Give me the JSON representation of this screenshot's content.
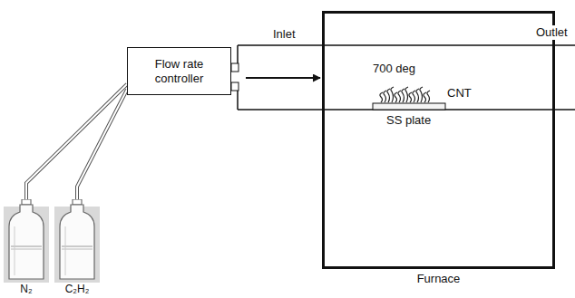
{
  "diagram": {
    "nodes": [
      {
        "text": [
          "Flow rate controller"
        ]
      },
      {
        "text": [
          "Furnace"
        ]
      },
      {
        "text": [
          "N₂"
        ]
      },
      {
        "text": [
          "C₂H₂"
        ]
      }
    ],
    "edges": [
      {
        "from": 2,
        "to": 0,
        "arrow": "none"
      },
      {
        "from": 3,
        "to": 0,
        "arrow": "none"
      },
      {
        "from": 0,
        "to": 1,
        "arrow": "to"
      }
    ],
    "labels": [
      "Inlet",
      "Outlet",
      "700 deg",
      "CNT",
      "SS plate"
    ]
  }
}
